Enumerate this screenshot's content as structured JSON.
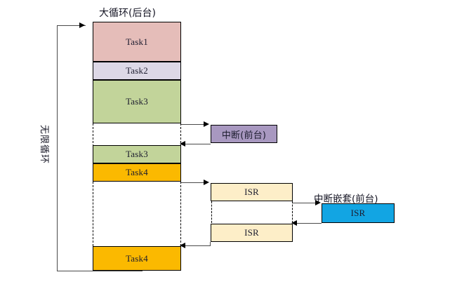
{
  "diagram": {
    "title_main": "大循环(后台)",
    "loop_label": "无限循环",
    "foreground_label": "中断(前台)",
    "nested_label": "中断嵌套(前台)",
    "colors": {
      "task1": "#e5bdb9",
      "task2": "#ddd8e6",
      "task3": "#c2d49a",
      "task4": "#fbb900",
      "isr": "#fdeec8",
      "interrupt": "#a898c0",
      "nested_isr": "#12a5e3",
      "stroke": "#000000",
      "line": "#4a4a4a"
    },
    "background_column": {
      "name": "background-loop-column",
      "blocks": [
        {
          "label": "Task1",
          "fill": "task1"
        },
        {
          "label": "Task2",
          "fill": "task2"
        },
        {
          "label": "Task3",
          "fill": "task3"
        },
        {
          "label": "",
          "fill": "white"
        },
        {
          "label": "Task3",
          "fill": "task3"
        },
        {
          "label": "Task4",
          "fill": "task4"
        },
        {
          "label": "",
          "fill": "white"
        },
        {
          "label": "Task4",
          "fill": "task4"
        }
      ]
    },
    "foreground_blocks": [
      {
        "label": "中断(前台)",
        "fill": "interrupt"
      },
      {
        "label": "ISR",
        "fill": "isr"
      },
      {
        "label": "ISR",
        "fill": "isr"
      },
      {
        "label": "ISR",
        "fill": "nested_isr"
      }
    ]
  }
}
